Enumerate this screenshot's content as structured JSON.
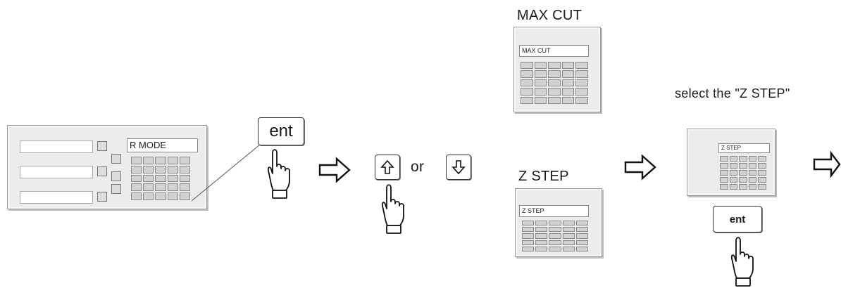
{
  "dro_display": {
    "mode_text": "R MODE"
  },
  "step1": {
    "key_label": "ent"
  },
  "step2": {
    "connector_text": "or"
  },
  "options": {
    "max_cut": {
      "title": "MAX CUT",
      "screen_text": "MAX CUT"
    },
    "z_step": {
      "title": "Z STEP",
      "screen_text": "Z STEP"
    }
  },
  "step3": {
    "instruction": "select the \"Z STEP\"",
    "screen_text": "Z STEP",
    "key_label": "ent"
  },
  "icons": {
    "arrow": "right-arrow-icon",
    "hand": "pointing-hand-icon",
    "up": "up-arrow-icon",
    "down": "down-arrow-icon"
  },
  "colors": {
    "ink": "#1a1a1a",
    "panel": "#ececec",
    "button": "#d2d2d2"
  }
}
